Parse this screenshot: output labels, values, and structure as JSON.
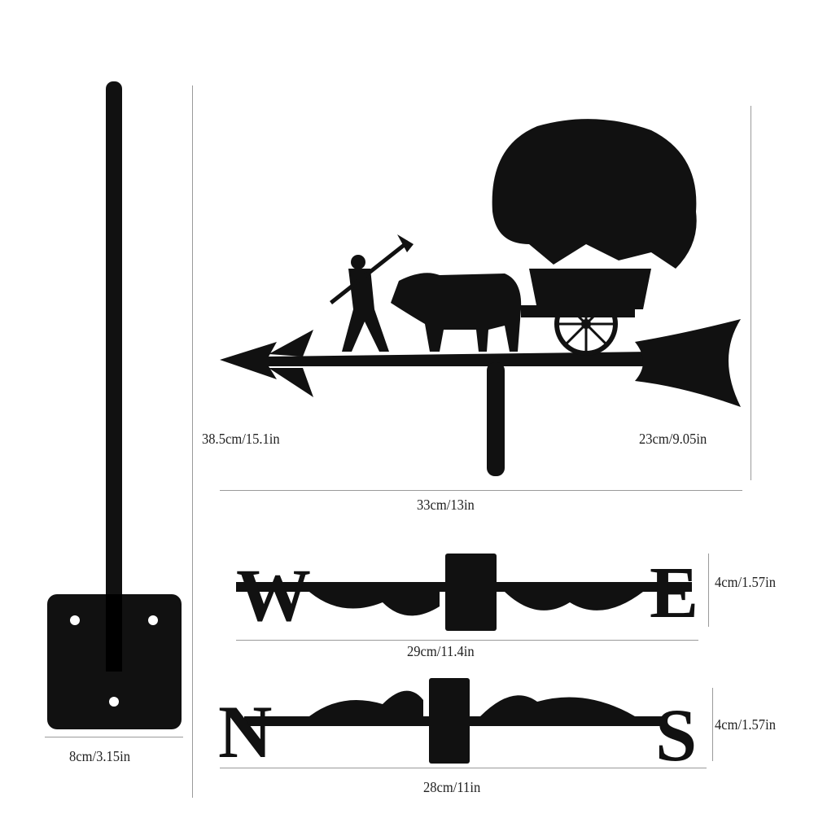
{
  "colors": {
    "silhouette": "#111111",
    "dimension_line": "#9a9a9a",
    "background": "#ffffff"
  },
  "parts": {
    "pole": {
      "size_label": "38.5cm/15.1in"
    },
    "base_plate": {
      "size_label": "8cm/3.15in"
    },
    "vane": {
      "width_label": "33cm/13in",
      "height_label": "23cm/9.05in"
    },
    "we_bar": {
      "letters": [
        "W",
        "E"
      ],
      "width_label": "29cm/11.4in",
      "height_label": "4cm/1.57in"
    },
    "ns_bar": {
      "letters": [
        "N",
        "S"
      ],
      "width_label": "28cm/11in",
      "height_label": "4cm/1.57in"
    }
  }
}
